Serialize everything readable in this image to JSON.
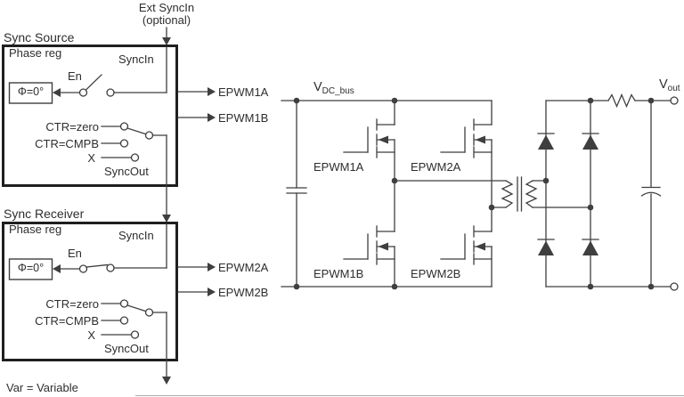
{
  "colors": {
    "line": "#3f3f3f",
    "border": "#1f1f1f",
    "text": "#2e2e2e",
    "background": "#ffffff"
  },
  "top_annotation": {
    "line1": "Ext SyncIn",
    "line2": "(optional)"
  },
  "sync_source": {
    "title": "Sync Source",
    "phase_reg": "Phase reg",
    "sync_in": "SyncIn",
    "en": "En",
    "phase_value": "Φ=0°",
    "ctr_zero": "CTR=zero",
    "ctr_cmpb": "CTR=CMPB",
    "x_input": "X",
    "sync_out": "SyncOut",
    "output_a": "EPWM1A",
    "output_b": "EPWM1B"
  },
  "sync_receiver": {
    "title": "Sync Receiver",
    "phase_reg": "Phase reg",
    "sync_in": "SyncIn",
    "en": "En",
    "phase_value": "Φ=0°",
    "ctr_zero": "CTR=zero",
    "ctr_cmpb": "CTR=CMPB",
    "x_input": "X",
    "sync_out": "SyncOut",
    "output_a": "EPWM2A",
    "output_b": "EPWM2B"
  },
  "circuit": {
    "vdc_bus": {
      "base": "V",
      "sub": "DC_bus"
    },
    "vout": {
      "base": "V",
      "sub": "out"
    },
    "mosfets": {
      "top_left": "EPWM1A",
      "top_right": "EPWM2A",
      "bottom_left": "EPWM1B",
      "bottom_right": "EPWM2B"
    }
  },
  "footnote": "Var = Variable"
}
